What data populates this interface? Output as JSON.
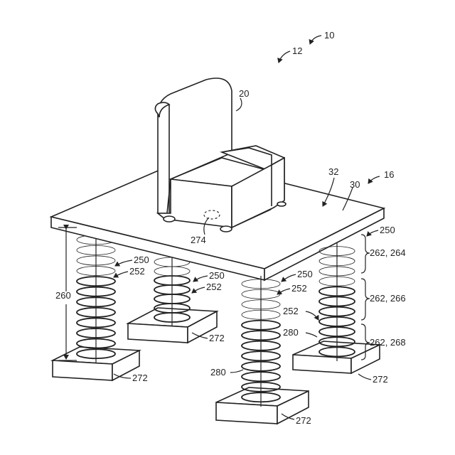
{
  "figure": {
    "labels": {
      "l10": "10",
      "l12": "12",
      "l20": "20",
      "l32": "32",
      "l16": "16",
      "l30": "30",
      "l274": "274",
      "l250_a": "250",
      "l250_b": "250",
      "l250_c": "250",
      "l250_d": "250",
      "l252_a": "252",
      "l252_b": "252",
      "l252_c": "252",
      "l252_d": "252",
      "l260": "260",
      "l262_264": "262, 264",
      "l262_266": "262, 266",
      "l262_268": "262, 268",
      "l280_a": "280",
      "l280_b": "280",
      "l272_a": "272",
      "l272_b": "272",
      "l272_c": "272",
      "l272_d": "272"
    }
  }
}
